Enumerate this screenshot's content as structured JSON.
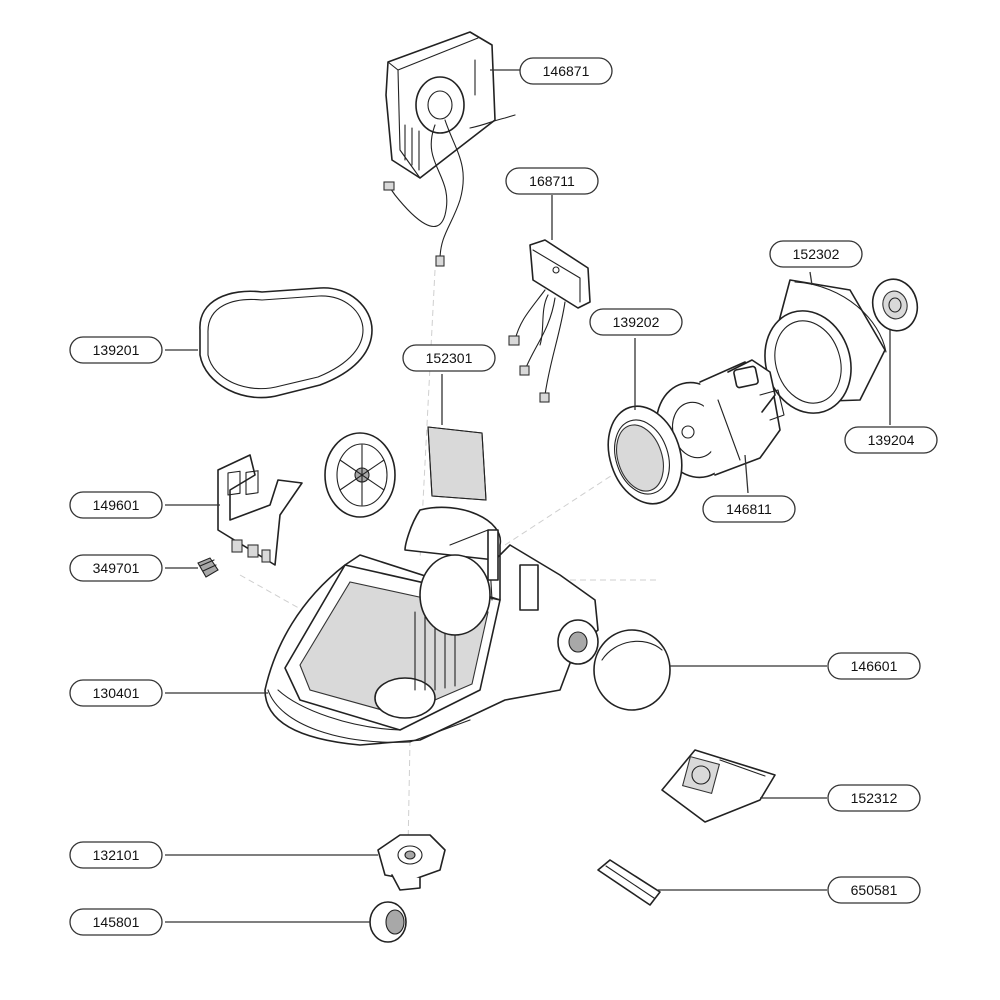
{
  "parts": [
    {
      "id": "motor-housing-cover",
      "number": "146871"
    },
    {
      "id": "wiring-board",
      "number": "168711"
    },
    {
      "id": "motor-filter-cup",
      "number": "152302"
    },
    {
      "id": "motor-cap-ring",
      "number": "139204"
    },
    {
      "id": "motor-gasket",
      "number": "139202"
    },
    {
      "id": "motor",
      "number": "146811"
    },
    {
      "id": "sealing-ring",
      "number": "139201"
    },
    {
      "id": "filter-pad",
      "number": "152301"
    },
    {
      "id": "bag-holder",
      "number": "149601"
    },
    {
      "id": "screw",
      "number": "349701"
    },
    {
      "id": "base-housing",
      "number": "130401"
    },
    {
      "id": "wheel-cover",
      "number": "146601"
    },
    {
      "id": "dust-bag",
      "number": "152312"
    },
    {
      "id": "caster-holder",
      "number": "132101"
    },
    {
      "id": "caster-wheel",
      "number": "145801"
    },
    {
      "id": "crevice-tool",
      "number": "650581"
    }
  ],
  "colors": {
    "line": "#222222",
    "shade": "#d9d9d9",
    "background": "#ffffff"
  }
}
